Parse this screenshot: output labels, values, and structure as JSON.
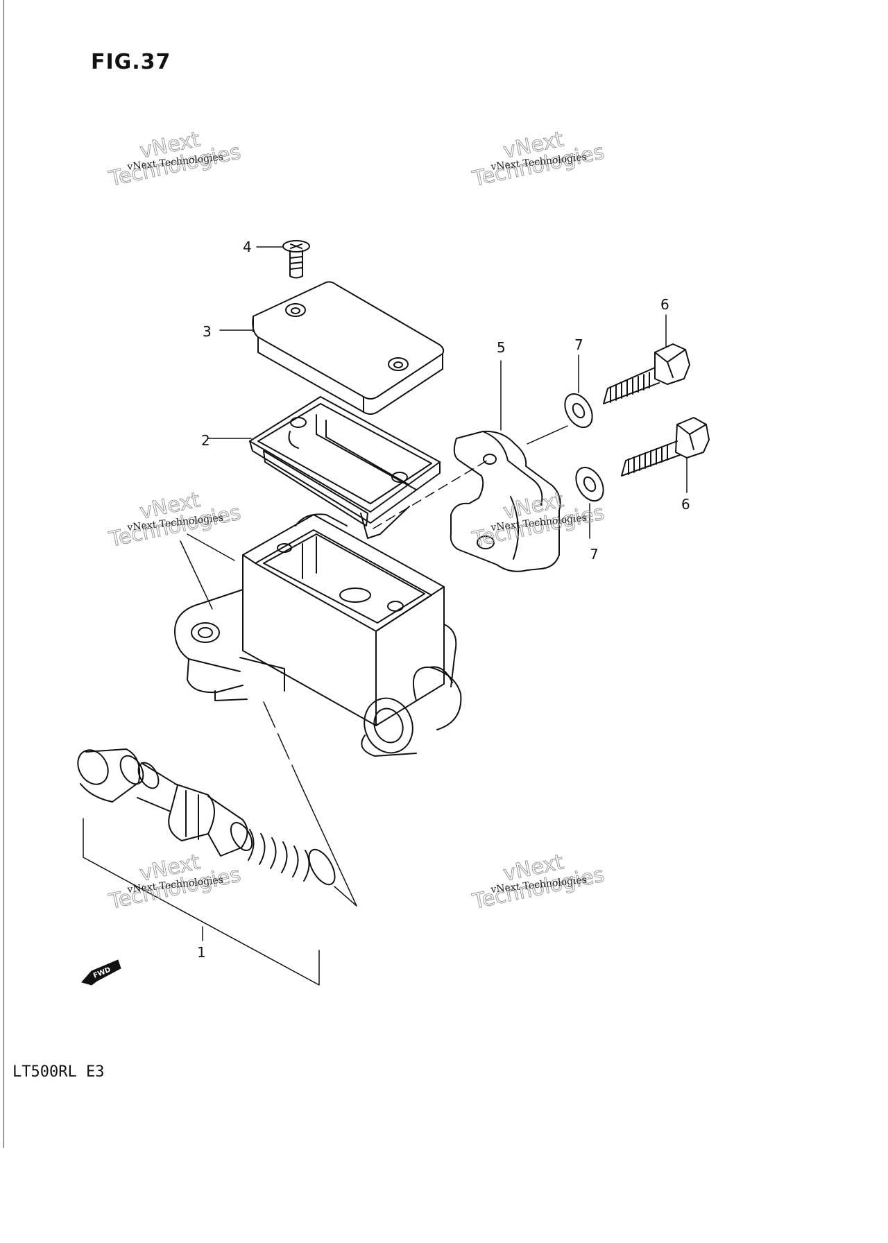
{
  "figure": {
    "title": "FIG.37",
    "model": "LT500RL  E3"
  },
  "watermark": {
    "line": "vNext Technologies",
    "outline_1": "vNext",
    "outline_2": "Technologies"
  },
  "callouts": [
    "4",
    "3",
    "2",
    "5",
    "7",
    "6",
    "6",
    "7",
    "1"
  ],
  "fwd": {
    "label": "FWD"
  },
  "colors": {
    "ink": "#111111",
    "watermark": "#9a9a9a"
  }
}
